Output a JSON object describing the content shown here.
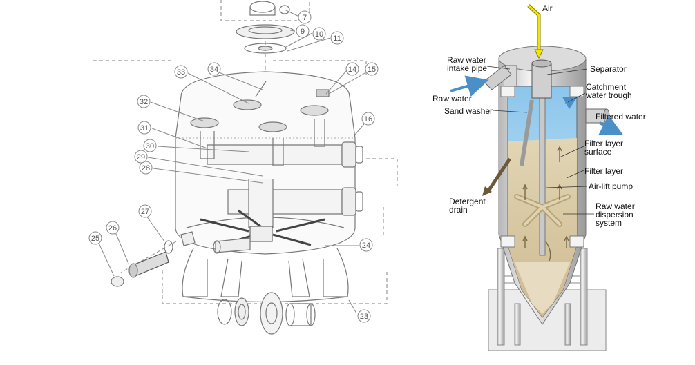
{
  "exploded_view": {
    "part_numbers": [
      "7",
      "9",
      "10",
      "11",
      "14",
      "15",
      "16",
      "23",
      "24",
      "25",
      "26",
      "27",
      "28",
      "29",
      "30",
      "31",
      "32",
      "33",
      "34"
    ]
  },
  "cutaway": {
    "labels": {
      "air": "Air",
      "raw_water_intake_1": "Raw water",
      "raw_water_intake_2": "intake pipe",
      "separator": "Separator",
      "raw_water": "Raw water",
      "catchment_1": "Catchment",
      "catchment_2": "water trough",
      "sand_washer": "Sand washer",
      "filtered_water": "Filtered water",
      "filter_surface_1": "Filter layer",
      "filter_surface_2": "surface",
      "filter_layer": "Filter layer",
      "air_lift_pump": "Air-lift pump",
      "detergent_1": "Detergent",
      "detergent_2": "drain",
      "dispersion_1": "Raw water",
      "dispersion_2": "dispersion",
      "dispersion_3": "system"
    },
    "colors": {
      "water": "#a9d4ee",
      "sand": "#d9c7a0",
      "air_arrow": "#f2e600",
      "water_arrow": "#4a8fc8",
      "drain_arrow": "#6b5a3a"
    }
  }
}
